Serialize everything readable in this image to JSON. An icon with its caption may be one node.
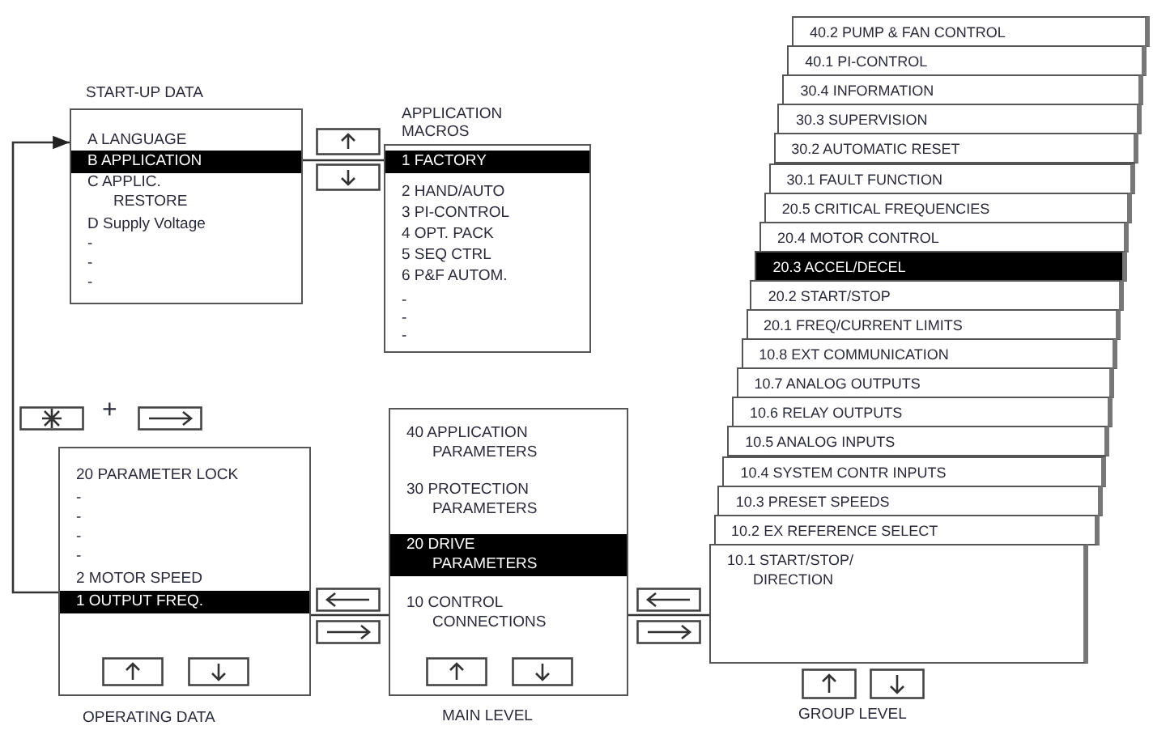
{
  "diagram": {
    "nodes": [
      {
        "text": [
          "START-UP DATA",
          "A LANGUAGE",
          "B APPLICATION",
          "C APPLIC. RESTORE",
          "D Supply Voltage",
          "-",
          "-",
          "-"
        ]
      },
      {
        "text": [
          "APPLICATION MACROS",
          "1 FACTORY",
          "2 HAND/AUTO",
          "3 PI-CONTROL",
          "4 OPT. PACK",
          "5 SEQ CTRL",
          "6 P&F AUTOM.",
          "-",
          "-",
          "-"
        ]
      },
      {
        "text": [
          "20 PARAMETER LOCK",
          "-",
          "-",
          "-",
          "-",
          "2 MOTOR SPEED",
          "1 OUTPUT FREQ.",
          "OPERATING DATA"
        ]
      },
      {
        "text": [
          "40 APPLICATION PARAMETERS",
          "30 PROTECTION PARAMETERS",
          "20 DRIVE PARAMETERS",
          "10 CONTROL CONNECTIONS",
          "MAIN LEVEL"
        ]
      },
      {
        "text": [
          "40.2 PUMP & FAN CONTROL"
        ]
      },
      {
        "text": [
          "40.1 PI-CONTROL"
        ]
      },
      {
        "text": [
          "30.4 INFORMATION"
        ]
      },
      {
        "text": [
          "30.3 SUPERVISION"
        ]
      },
      {
        "text": [
          "30.2 AUTOMATIC RESET"
        ]
      },
      {
        "text": [
          "30.1 FAULT FUNCTION"
        ]
      },
      {
        "text": [
          "20.5 CRITICAL FREQUENCIES"
        ]
      },
      {
        "text": [
          "20.4 MOTOR CONTROL"
        ]
      },
      {
        "text": [
          "20.3 ACCEL/DECEL"
        ]
      },
      {
        "text": [
          "20.2 START/STOP"
        ]
      },
      {
        "text": [
          "20.1 FREQ/CURRENT LIMITS"
        ]
      },
      {
        "text": [
          "10.8 EXT COMMUNICATION"
        ]
      },
      {
        "text": [
          "10.7 ANALOG OUTPUTS"
        ]
      },
      {
        "text": [
          "10.6 RELAY OUTPUTS"
        ]
      },
      {
        "text": [
          "10.5 ANALOG INPUTS"
        ]
      },
      {
        "text": [
          "10.4 SYSTEM CONTR INPUTS"
        ]
      },
      {
        "text": [
          "10.3 PRESET SPEEDS"
        ]
      },
      {
        "text": [
          "10.2 EX REFERENCE SELECT"
        ]
      },
      {
        "text": [
          "10.1 START/STOP/ DIRECTION"
        ]
      }
    ],
    "edges": [
      {
        "from": 2,
        "to": 0,
        "arrow": "to"
      },
      {
        "from": 0,
        "to": 1,
        "arrow": "none"
      },
      {
        "from": 3,
        "to": 2,
        "arrow": "none"
      },
      {
        "from": 22,
        "to": 3,
        "arrow": "none"
      }
    ],
    "labels": [
      "+",
      "GROUP LEVEL"
    ]
  }
}
